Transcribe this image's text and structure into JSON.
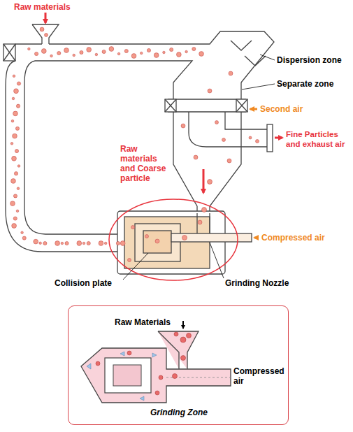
{
  "diagram": {
    "nodes": [
      {
        "text": [
          "Raw Materials",
          "Compressed air",
          "Grinding Zone"
        ]
      }
    ],
    "labels": [
      "Raw materials",
      "Dispersion zone",
      "Separate zone",
      "Second air",
      "Fine Particles and exhaust air",
      "Raw materials and Coarse particle",
      "Compressed air",
      "Grinding Nozzle",
      "Collision plate"
    ]
  }
}
